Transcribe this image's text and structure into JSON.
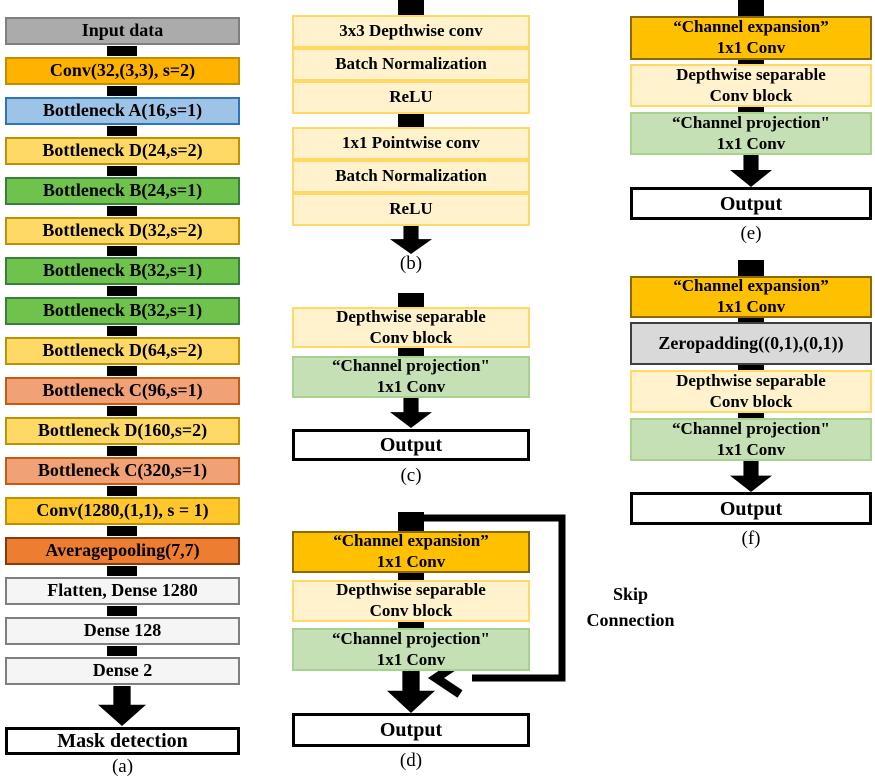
{
  "palette": {
    "gray_fill": "#ABABAB",
    "gray_border": "#7F7F7F",
    "amber_fill": "#FFB300",
    "amber_border": "#BF8F00",
    "gold_fill": "#FFC72C",
    "gold_border": "#BF9000",
    "blue_fill": "#9DC3E6",
    "blue_border": "#2E75B6",
    "yellow_fill": "#FFD966",
    "yellow_border": "#BF9000",
    "green_fill": "#6FC24C",
    "green_border": "#38813B",
    "salmon_fill": "#F0A175",
    "salmon_border": "#C55A11",
    "orange_fill": "#ED7D31",
    "orange_border": "#843C0C",
    "dense_fill": "#F5F5F5",
    "dense_border": "#7F7F7F",
    "pale_fill": "#FFF2CC",
    "pale_border": "#FFD966",
    "proj_fill": "#C5E0B4",
    "proj_border": "#A9D18E",
    "exp_fill": "#FFC000",
    "exp_border": "#8A6A00",
    "zero_fill": "#D9D9D9",
    "zero_border": "#3F3F3F",
    "black": "#000000",
    "white": "#FFFFFF"
  },
  "col_a": {
    "caption": "(a)",
    "blocks": [
      {
        "label": "Input data"
      },
      {
        "label": "Conv(32,(3,3), s=2)"
      },
      {
        "label": "Bottleneck A(16,s=1)"
      },
      {
        "label": "Bottleneck D(24,s=2)"
      },
      {
        "label": "Bottleneck B(24,s=1)"
      },
      {
        "label": "Bottleneck D(32,s=2)"
      },
      {
        "label": "Bottleneck B(32,s=1)"
      },
      {
        "label": "Bottleneck B(32,s=1)"
      },
      {
        "label": "Bottleneck D(64,s=2)"
      },
      {
        "label": "Bottleneck C(96,s=1)"
      },
      {
        "label": "Bottleneck D(160,s=2)"
      },
      {
        "label": "Bottleneck C(320,s=1)"
      },
      {
        "label": "Conv(1280,(1,1), s = 1)"
      },
      {
        "label": "Averagepooling(7,7)"
      },
      {
        "label": "Flatten, Dense 1280"
      },
      {
        "label": "Dense 128"
      },
      {
        "label": "Dense 2"
      },
      {
        "label": "Mask detection"
      }
    ]
  },
  "col_b": {
    "caption": "(b)",
    "group1": [
      "3x3 Depthwise conv",
      "Batch Normalization",
      "ReLU"
    ],
    "group2": [
      "1x1 Pointwise conv",
      "Batch Normalization",
      "ReLU"
    ]
  },
  "col_c": {
    "caption": "(c)",
    "depthwise": {
      "line1": "Depthwise separable",
      "line2": "Conv block"
    },
    "projection": {
      "line1": "“Channel projection\"",
      "line2": "1x1 Conv"
    },
    "output": "Output"
  },
  "col_d": {
    "caption": "(d)",
    "expansion": {
      "line1": "“Channel expansion”",
      "line2": "1x1 Conv"
    },
    "depthwise": {
      "line1": "Depthwise separable",
      "line2": "Conv block"
    },
    "projection": {
      "line1": "“Channel projection\"",
      "line2": "1x1 Conv"
    },
    "output": "Output",
    "skip_label": {
      "line1": "Skip",
      "line2": "Connection"
    }
  },
  "col_e": {
    "caption": "(e)",
    "expansion": {
      "line1": "“Channel expansion”",
      "line2": "1x1 Conv"
    },
    "depthwise": {
      "line1": "Depthwise separable",
      "line2": "Conv block"
    },
    "projection": {
      "line1": "“Channel projection\"",
      "line2": "1x1 Conv"
    },
    "output": "Output"
  },
  "col_f": {
    "caption": "(f)",
    "expansion": {
      "line1": "“Channel expansion”",
      "line2": "1x1 Conv"
    },
    "zeropadding": "Zeropadding((0,1),(0,1))",
    "depthwise": {
      "line1": "Depthwise separable",
      "line2": "Conv block"
    },
    "projection": {
      "line1": "“Channel projection\"",
      "line2": "1x1 Conv"
    },
    "output": "Output"
  }
}
